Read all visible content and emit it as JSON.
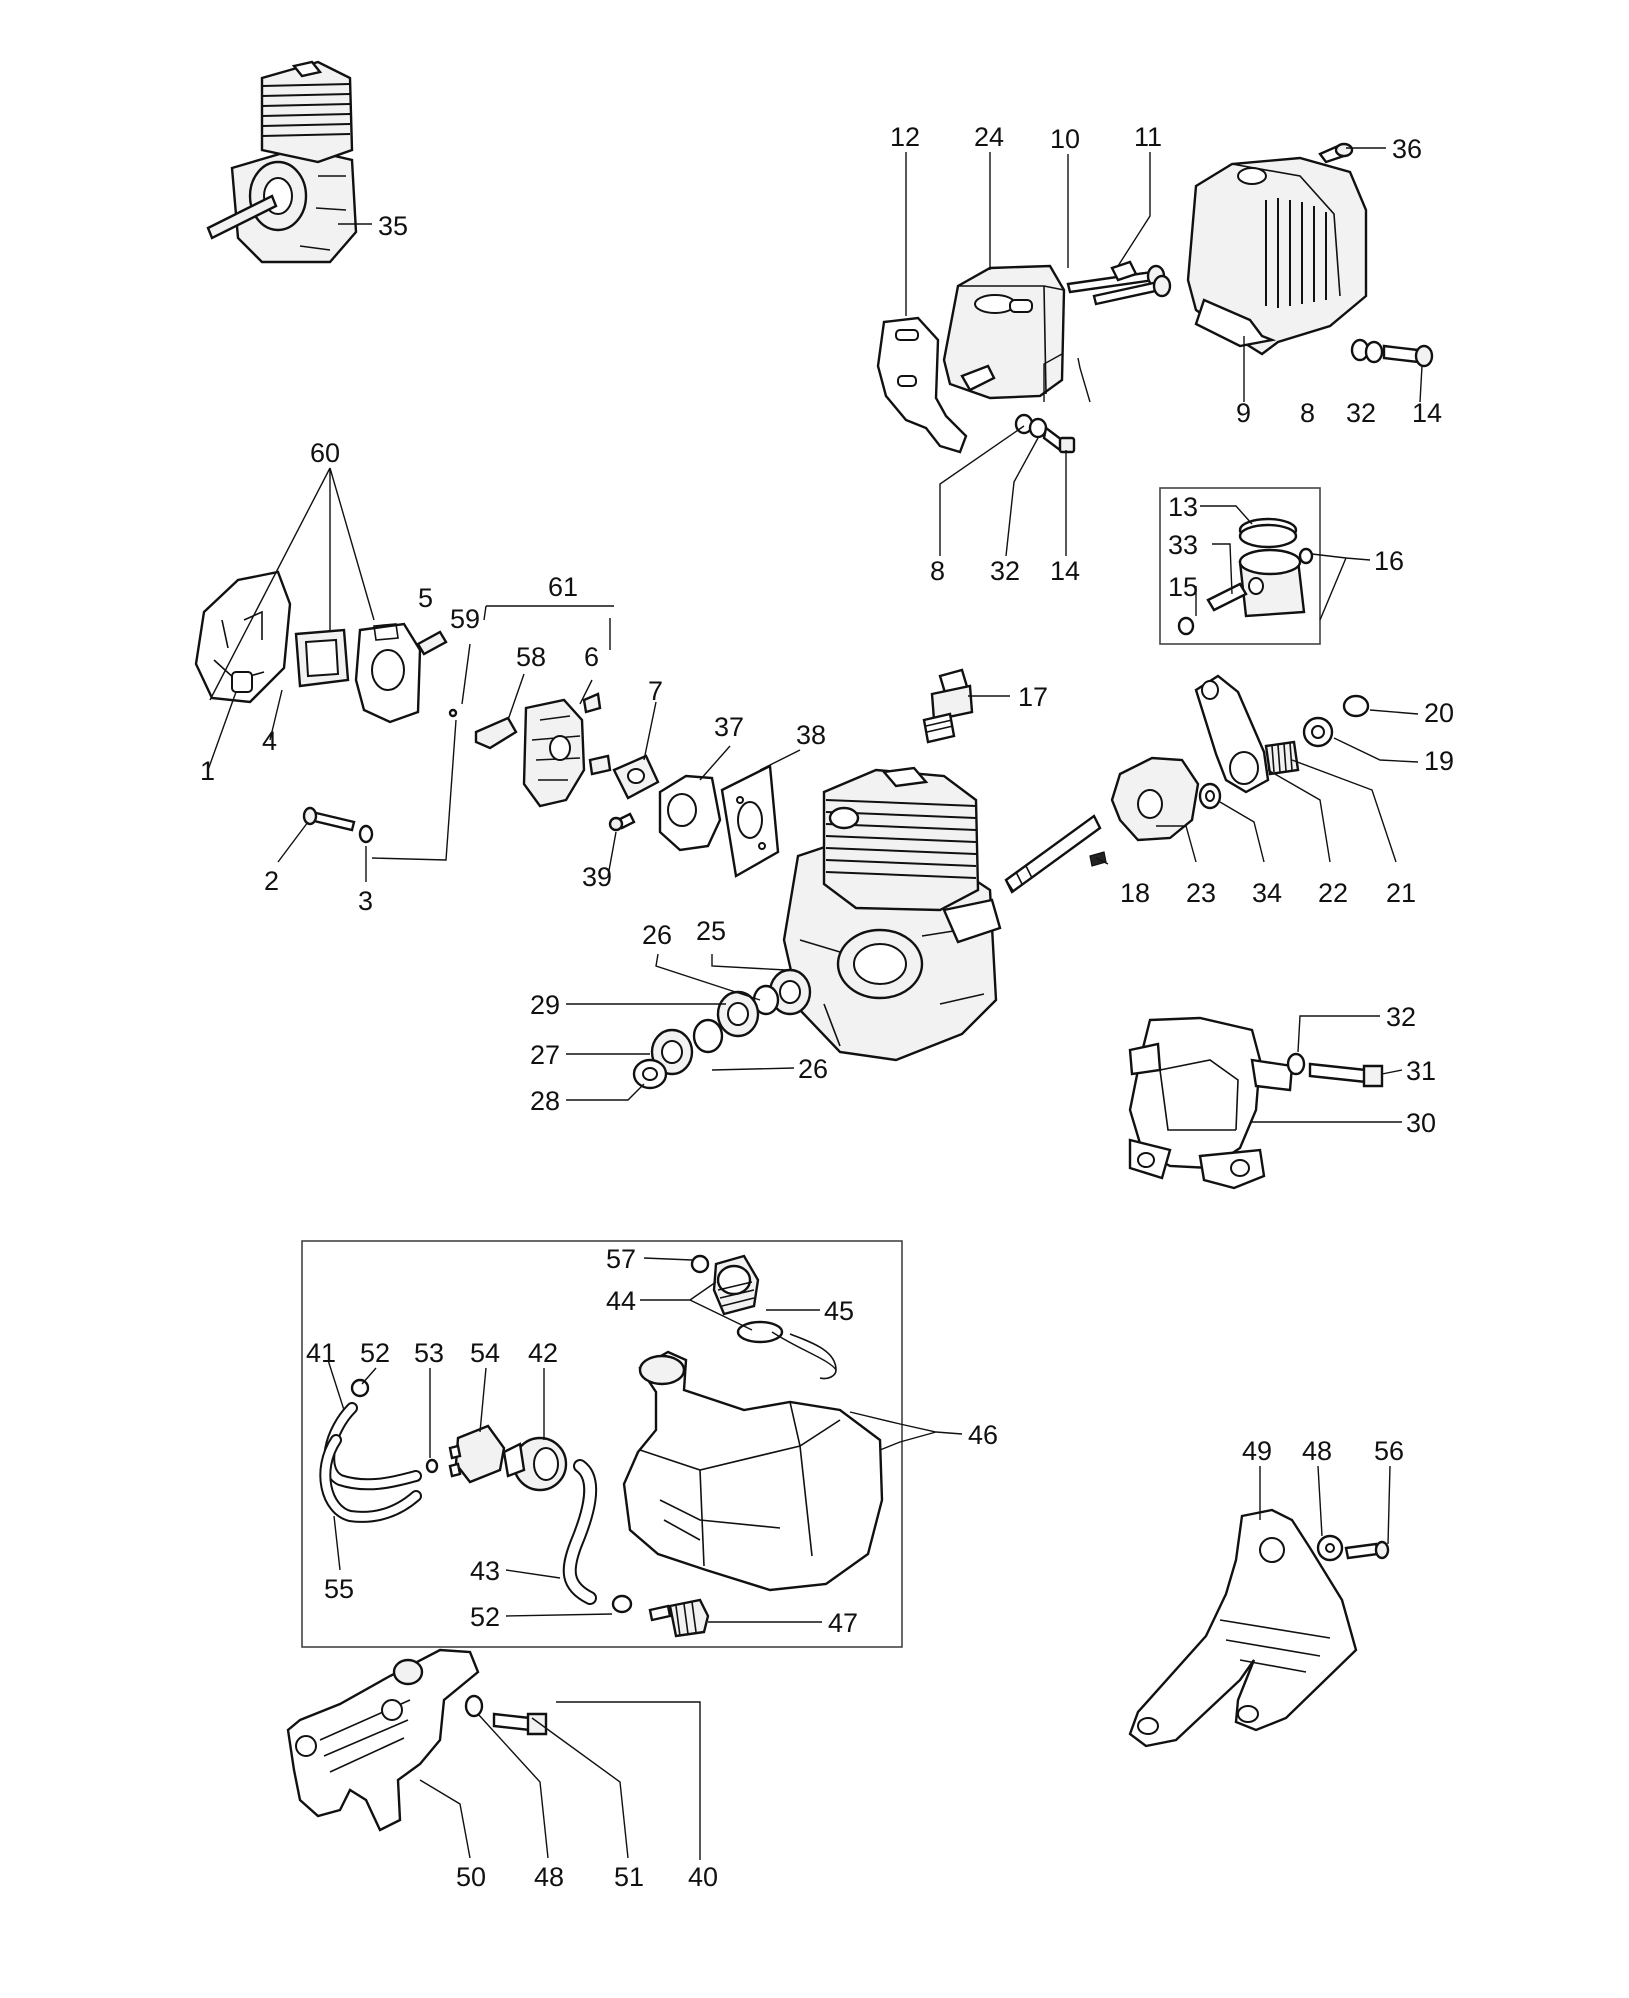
{
  "labels": {
    "l35": "35",
    "l12": "12",
    "l24": "24",
    "l10": "10",
    "l11": "11",
    "l36": "36",
    "l9": "9",
    "l8a": "8",
    "l32a": "32",
    "l14a": "14",
    "l8b": "8",
    "l32b": "32",
    "l14b": "14",
    "l13": "13",
    "l33": "33",
    "l15": "15",
    "l16": "16",
    "l60": "60",
    "l5": "5",
    "l61": "61",
    "l59": "59",
    "l58": "58",
    "l6": "6",
    "l7": "7",
    "l37": "37",
    "l38": "38",
    "l17": "17",
    "l20": "20",
    "l19": "19",
    "l1": "1",
    "l4": "4",
    "l2": "2",
    "l3": "3",
    "l39": "39",
    "l18": "18",
    "l23": "23",
    "l34": "34",
    "l22": "22",
    "l21": "21",
    "l26a": "26",
    "l25": "25",
    "l29": "29",
    "l27": "27",
    "l26b": "26",
    "l28": "28",
    "l32c": "32",
    "l31": "31",
    "l30": "30",
    "l57": "57",
    "l44": "44",
    "l45": "45",
    "l41": "41",
    "l52a": "52",
    "l53": "53",
    "l54": "54",
    "l42": "42",
    "l46": "46",
    "l55": "55",
    "l43": "43",
    "l52b": "52",
    "l47": "47",
    "l49": "49",
    "l48a": "48",
    "l56": "56",
    "l50": "50",
    "l48b": "48",
    "l51": "51",
    "l40": "40"
  }
}
